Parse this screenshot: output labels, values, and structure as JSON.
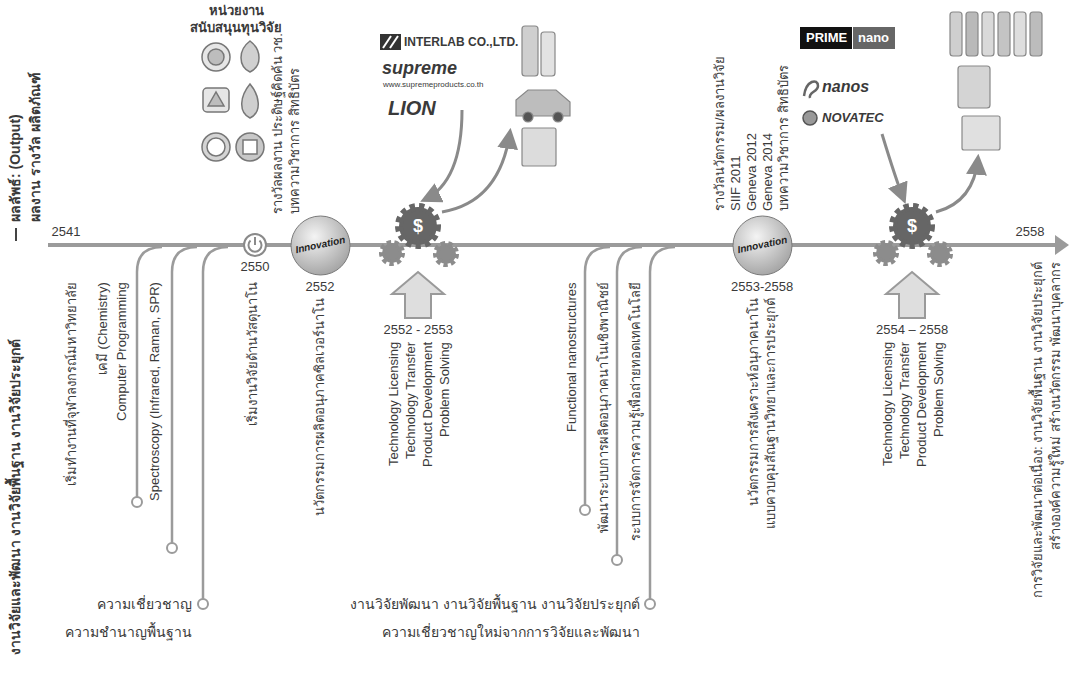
{
  "diagram": {
    "nodes": [
      {
        "text": [
          "Innovation"
        ]
      },
      {
        "text": [
          "Innovation"
        ]
      }
    ],
    "labels": [
      "งานวิจัยและพัฒนา งานวิจัยพื้นฐาน งานวิจัยประยุกต์",
      "ผลลัพธ์: (Output)",
      "ผลงาน รางวัล ผลิตภัณฑ์",
      "2541",
      "หน่วยงาน",
      "สนับสนุนทุนวิจัย",
      "รางวัลผลงาน ประดิษฐ์คิดค้น วช.",
      "บทความวิชาการ สิทธิบัตร",
      "2550",
      "2552",
      "INTERLAB CO.,LTD.",
      "supreme",
      "www.supremeproducts.co.th",
      "LION",
      "$",
      "2552 - 2553",
      "Technology Licensing",
      "Technology Transfer",
      "Product Development",
      "Problem Solving",
      "เริ่มทำงานที่จุฬาลงกรณ์มหาวิทยาลัย",
      "เคมี (Chemistry)",
      "Computer Programming",
      "Spectroscopy (Infrared, Raman, SPR)",
      "เริ่มงานวิจัยด้านวัสดุนาโน",
      "ความเชี่ยวชาญ",
      "ความชำนาญพื้นฐาน",
      "นวัตกรรมการผลิตอนุภาคซิลเวอร์นาโน",
      "Functional nanostructures",
      "พัฒนาระบบการผลิตอนุภาคนาโนเชิงพาณิชย์",
      "ระบบการจัดการความรู้เพื่อถ่ายทอดเทคโนโลยี",
      "งานวิจัยพัฒนา งานวิจัยพื้นฐาน งานวิจัยประยุกต์",
      "ความเชี่ยวชาญใหม่จากการวิจัยและพัฒนา",
      "2553-2558",
      "รางวัลนวัตกรรม/ผลงานวิจัย",
      "SIIF 2011",
      "Geneva 2012",
      "Geneva 2014",
      "บทความวิชาการ สิทธิบัตร",
      "นวัตกรรมการสังเคราะห์อนุภาคนาโน",
      "แบบควบคุมสัณฐานวิทยาและการประยุกต์",
      "PRIME",
      "nano",
      "nanos",
      "NOVATEC",
      "$",
      "2554 – 2558",
      "Technology Licensing",
      "Technology Transfer",
      "Product Development",
      "Problem Solving",
      "2558",
      "การวิจัยและพัฒนาต่อเนื่อง: งานวิจัยพื้นฐาน งานวิจัยประยุกต์",
      "สร้างองค์ความรู้ใหม่ สร้างนวัตกรรม พัฒนาบุคลากร"
    ]
  }
}
